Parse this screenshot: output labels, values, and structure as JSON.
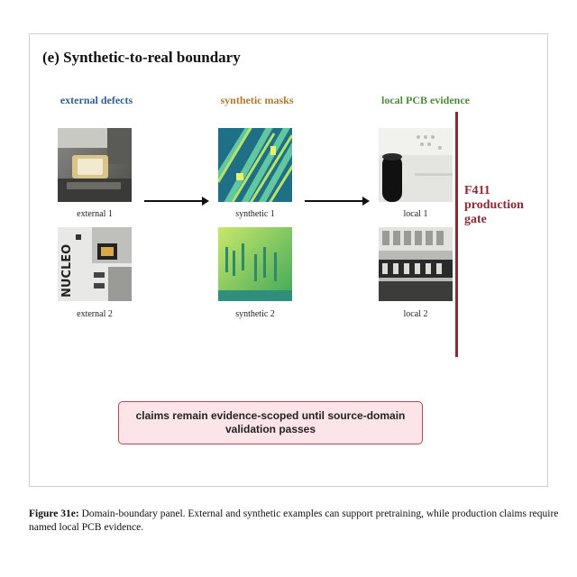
{
  "panel": {
    "title": "(e) Synthetic-to-real boundary",
    "columns": {
      "external": "external defects",
      "synthetic": "synthetic masks",
      "local": "local PCB evidence"
    },
    "captions": {
      "external_1": "external 1",
      "external_2": "external 2",
      "synthetic_1": "synthetic 1",
      "synthetic_2": "synthetic 2",
      "local_1": "local 1",
      "local_2": "local 2"
    },
    "gate": {
      "line1": "F411",
      "line2": "production",
      "line3": "gate"
    },
    "claim": "claims remain evidence-scoped until source-domain validation passes"
  },
  "figure_caption": {
    "label": "Figure 31e:",
    "text": " Domain-boundary panel. External and synthetic examples can support pretraining, while production claims require named local PCB evidence."
  },
  "colors": {
    "external_header": "#2f5f8e",
    "synthetic_header": "#b07a2e",
    "local_header": "#4e8a3e",
    "gate": "#8b2a33",
    "claim_fill": "#fde4e8",
    "claim_border": "#b04a55"
  },
  "images": {
    "external_1_logo_text": "",
    "external_2_logo_text": "NUCLEO"
  }
}
